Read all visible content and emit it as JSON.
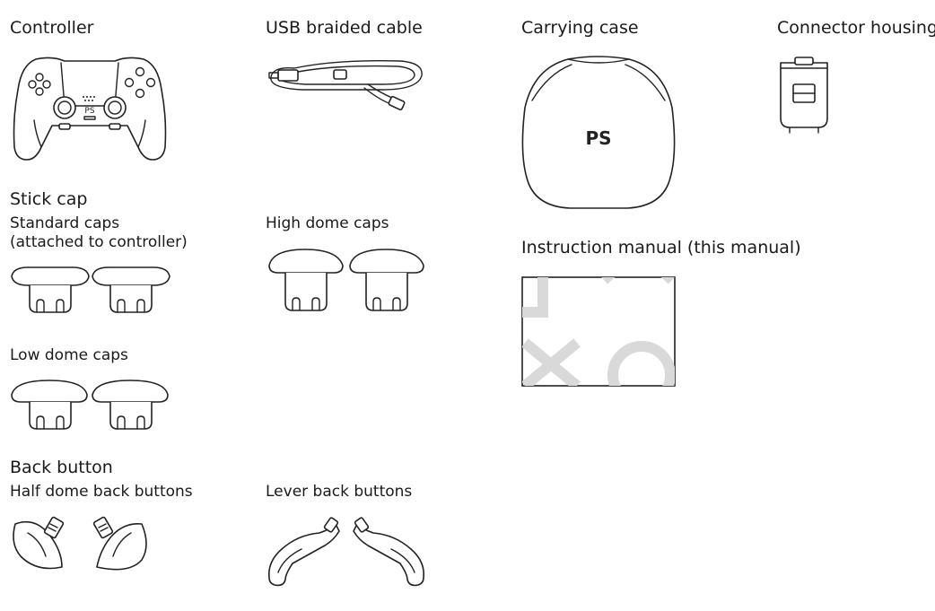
{
  "items": {
    "controller": "Controller",
    "usb_cable": "USB braided cable",
    "carrying_case": "Carrying case",
    "connector_housing": "Connector housing",
    "stick_cap": "Stick cap",
    "standard_caps_line1": "Standard caps",
    "standard_caps_line2": "(attached to controller)",
    "high_dome_caps": "High dome caps",
    "low_dome_caps": "Low dome caps",
    "instruction_manual": "Instruction manual (this manual)",
    "back_button": "Back button",
    "half_dome_back_buttons": "Half dome back buttons",
    "lever_back_buttons": "Lever back buttons"
  },
  "icons": {
    "controller": "controller-illustration",
    "cable": "usb-cable-illustration",
    "case": "carrying-case-illustration",
    "housing": "connector-housing-illustration",
    "manual": "manual-cover-illustration"
  },
  "colors": {
    "line": "#222222",
    "manual_symbols": "#d9d9d9"
  }
}
